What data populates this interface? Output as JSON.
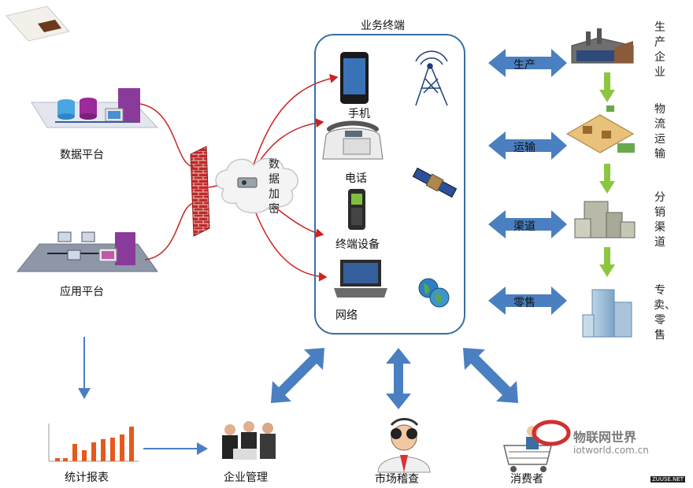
{
  "labels": {
    "data_platform": "数据平台",
    "app_platform": "应用平台",
    "encrypt": "数据加密",
    "terminal_title": "业务终端",
    "phone": "手机",
    "telephone": "电话",
    "device": "终端设备",
    "network": "网络",
    "production": "生产",
    "transport": "运输",
    "channel": "渠道",
    "retail": "零售",
    "enterprise_prod": "生产企业",
    "logistics": "物流运输",
    "distribution": "分销渠道",
    "store": "专卖、零售",
    "stats": "统计报表",
    "management": "企业管理",
    "inspection": "市场稽查",
    "consumer": "消费者"
  },
  "brand": {
    "name": "物联网世界",
    "url": "iotworld.com.cn"
  },
  "watermark": "ZUUSE.NET",
  "colors": {
    "blue_arrow": "#4a7fc1",
    "green_arrow": "#8cc63f",
    "red_line": "#cc2222",
    "box_border": "#3a6ea5",
    "brick": "#c0282d"
  },
  "icons": [
    "database-server-icon",
    "app-server-icon",
    "firewall-icon",
    "cloud-icon",
    "mobile-phone-icon",
    "antenna-tower-icon",
    "desk-telephone-icon",
    "satellite-icon",
    "handheld-terminal-icon",
    "laptop-icon",
    "globe-icon",
    "factory-icon",
    "warehouse-icon",
    "office-buildings-icon",
    "tower-building-icon",
    "bar-chart-icon",
    "business-people-icon",
    "binocular-man-icon",
    "shopping-cart-icon"
  ]
}
